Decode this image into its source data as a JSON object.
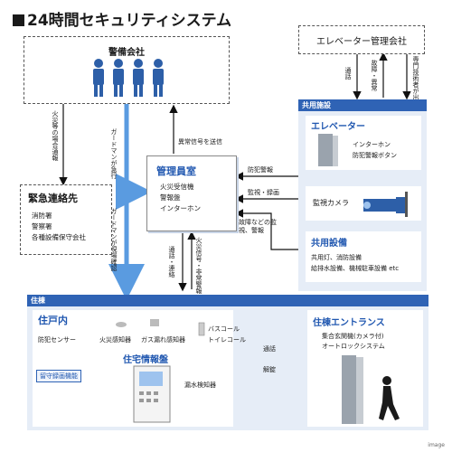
{
  "title": "24時間セキュリティシステム",
  "security_company": {
    "label": "警備会社"
  },
  "emergency": {
    "title": "緊急連絡先",
    "items": [
      "消防署",
      "警察署",
      "各種設備保守会社"
    ]
  },
  "elevator_company": {
    "label": "エレベーター管理会社"
  },
  "shared_facility": {
    "band": "共用施設",
    "elevator": {
      "title": "エレベーター",
      "items": [
        "インターホン",
        "防犯警報ボタン"
      ]
    },
    "camera": {
      "label": "監視カメラ"
    },
    "common": {
      "title": "共用設備",
      "items": [
        "共用灯、消防設備",
        "給排水設備、機械駐車設備 etc"
      ]
    }
  },
  "manager_room": {
    "title": "管理員室",
    "items": [
      "火災受信機",
      "警報盤",
      "インターホン"
    ]
  },
  "residence": {
    "band": "住棟",
    "unit": {
      "title": "住戸内",
      "sensors": [
        "防犯センサー",
        "火災感知器",
        "ガス漏れ感知器"
      ],
      "bath": [
        "バスコール",
        "トイレコール"
      ],
      "panel_title": "住宅情報盤",
      "record_label": "留守録画機能",
      "leak": "漏水検知器"
    },
    "entrance": {
      "title": "住棟エントランス",
      "items": [
        "集合玄関機(カメラ付)",
        "オートロックシステム"
      ]
    }
  },
  "arrows": {
    "fire_report": "火災等の場合通報",
    "guard_rush": "ガードマンが急行",
    "guard_check": "ガードマンが現場確認",
    "abnormal_signal": "異常信号を送信",
    "talk_contact": "通話・連絡",
    "fire_alarm_signal": "火災信号・非常警報",
    "call": "通話",
    "failure_abnormal": "故障・異常",
    "expert_response": "専門技術者が出動・対応",
    "crime_alarm": "防犯警報",
    "monitor_record": "監視・録画",
    "failure_monitor": "故障などの監視、警報",
    "entrance_call": "通話",
    "unlock": "解錠"
  },
  "credit": "image",
  "colors": {
    "band": "#2f63b5",
    "panel": "#e6edf7",
    "text_blue": "#2057b0",
    "guard": "#2d5fa8"
  }
}
